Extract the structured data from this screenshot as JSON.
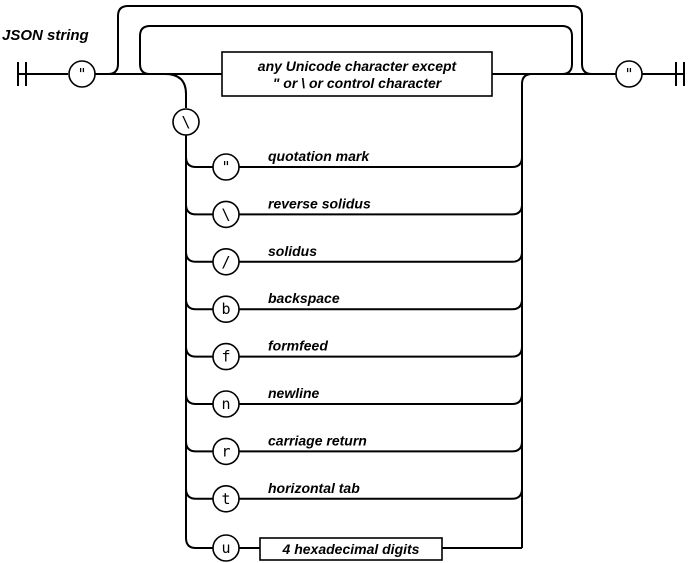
{
  "title": "JSON string",
  "open_quote": "\"",
  "close_quote": "\"",
  "any_char_box": {
    "line1": "any Unicode character except",
    "line2": "\" or \\ or control character"
  },
  "escape_char": "\\",
  "escapes": [
    {
      "symbol": "\"",
      "label": "quotation mark"
    },
    {
      "symbol": "\\",
      "label": "reverse solidus"
    },
    {
      "symbol": "/",
      "label": "solidus"
    },
    {
      "symbol": "b",
      "label": "backspace"
    },
    {
      "symbol": "f",
      "label": "formfeed"
    },
    {
      "symbol": "n",
      "label": "newline"
    },
    {
      "symbol": "r",
      "label": "carriage return"
    },
    {
      "symbol": "t",
      "label": "horizontal tab"
    }
  ],
  "unicode_escape": {
    "symbol": "u",
    "box_label": "4 hexadecimal digits"
  }
}
